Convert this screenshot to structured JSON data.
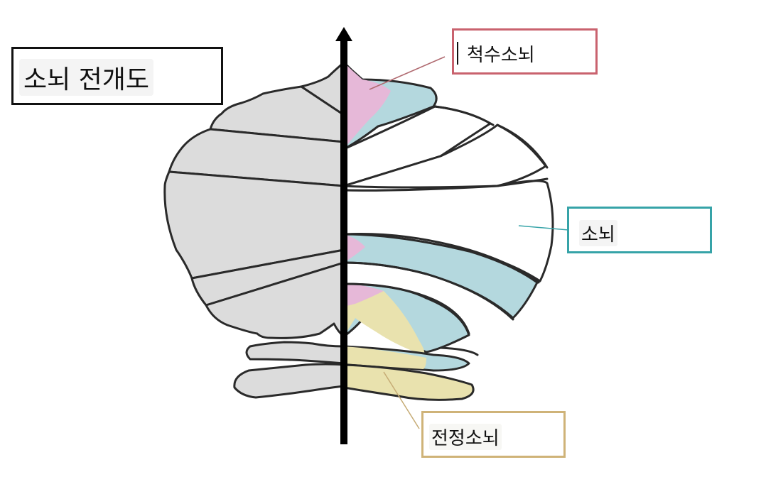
{
  "title": "소뇌 전개도",
  "labels": {
    "spinocerebellum": "척수소뇌",
    "cerebrocerebellum": "소뇌",
    "vestibulocerebellum": "전정소뇌"
  },
  "colors": {
    "lobule_fill": "#dcdcdc",
    "outline": "#2a2a2a",
    "pink_region": "#e6b8d8",
    "blue_region": "#b4d8de",
    "yellow_region": "#e9e2ae",
    "red_border": "#c9626e",
    "teal_border": "#36a3a8",
    "gold_border": "#cfb378",
    "axis": "#000000"
  }
}
